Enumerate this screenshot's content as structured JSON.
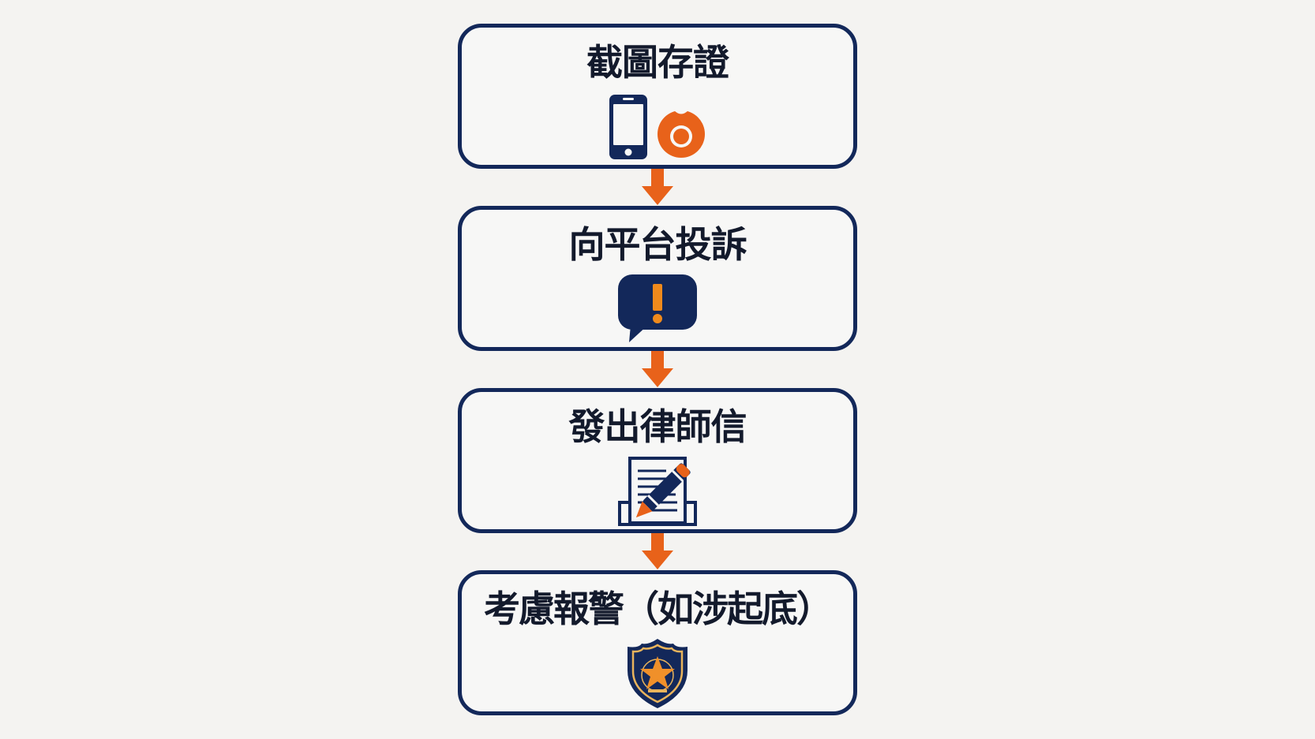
{
  "diagram": {
    "type": "vertical-flowchart",
    "colors": {
      "background": "#f4f3f1",
      "box_border": "#13285a",
      "text": "#131a2c",
      "accent": "#e8621a",
      "icon_dark": "#13285a",
      "badge_gold": "#e9b45c"
    },
    "steps": [
      {
        "label": "截圖存證",
        "icons": [
          "phone-icon",
          "camera-shutter-icon"
        ]
      },
      {
        "label": "向平台投訴",
        "icons": [
          "alert-speech-bubble-icon"
        ]
      },
      {
        "label": "發出律師信",
        "icons": [
          "document-pen-icon"
        ]
      },
      {
        "label": "考慮報警（如涉起底）",
        "icons": [
          "police-badge-icon"
        ]
      }
    ],
    "connectors": [
      {
        "from": 0,
        "to": 1,
        "icon": "arrow-down-icon"
      },
      {
        "from": 1,
        "to": 2,
        "icon": "arrow-down-icon"
      },
      {
        "from": 2,
        "to": 3,
        "icon": "arrow-down-icon"
      }
    ]
  }
}
